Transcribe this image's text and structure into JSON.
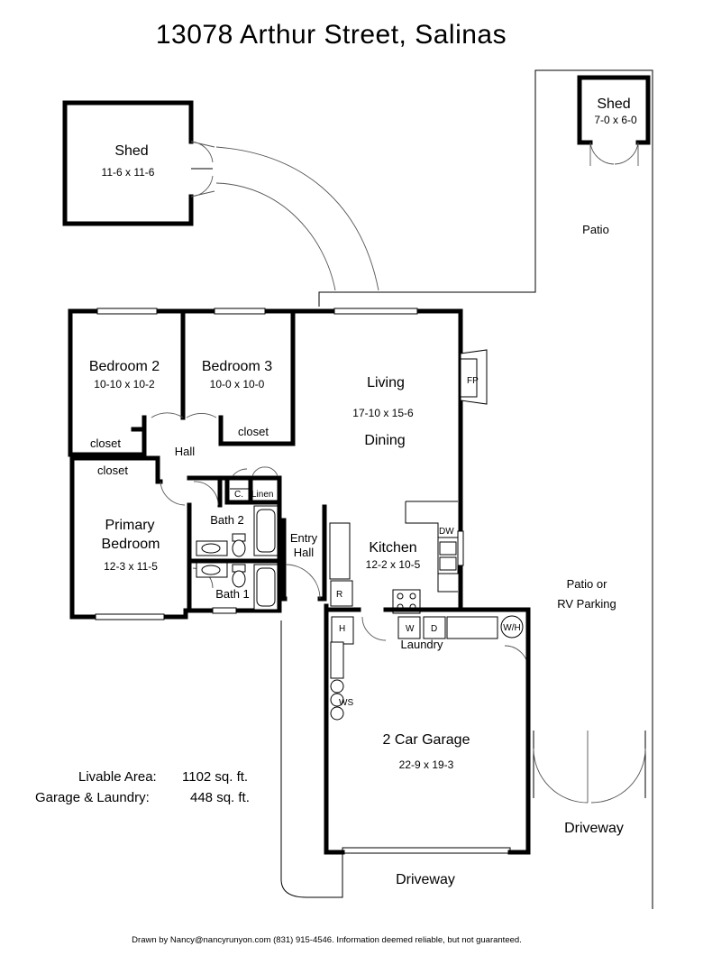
{
  "title": "13078 Arthur Street, Salinas",
  "rooms": {
    "shed_large": {
      "name": "Shed",
      "dims": "11-6 x 11-6"
    },
    "shed_small": {
      "name": "Shed",
      "dims": "7-0 x 6-0"
    },
    "patio": {
      "name": "Patio"
    },
    "bedroom2": {
      "name": "Bedroom 2",
      "dims": "10-10 x 10-2"
    },
    "bedroom3": {
      "name": "Bedroom 3",
      "dims": "10-0 x 10-0"
    },
    "living": {
      "name": "Living",
      "dims": "17-10 x 15-6"
    },
    "dining": {
      "name": "Dining"
    },
    "fireplace": {
      "label": "FP"
    },
    "closet_b3": {
      "name": "closet"
    },
    "closet_b2": {
      "name": "closet"
    },
    "closet_primary": {
      "name": "closet"
    },
    "hall": {
      "name": "Hall"
    },
    "primary": {
      "line1": "Primary",
      "line2": "Bedroom",
      "dims": "12-3 x 11-5"
    },
    "bath2": {
      "name": "Bath 2"
    },
    "bath1": {
      "name": "Bath 1"
    },
    "c_closet": {
      "name": "C."
    },
    "linen": {
      "name": "Linen"
    },
    "entry_hall": {
      "line1": "Entry",
      "line2": "Hall"
    },
    "kitchen": {
      "name": "Kitchen",
      "dims": "12-2 x 10-5"
    },
    "dw": {
      "label": "DW"
    },
    "refrigerator": {
      "label": "R"
    },
    "heater": {
      "label": "H"
    },
    "washer": {
      "label": "W"
    },
    "dryer": {
      "label": "D"
    },
    "water_heater": {
      "label": "W/H"
    },
    "laundry": {
      "name": "Laundry"
    },
    "ws": {
      "label": "WS"
    },
    "garage": {
      "name": "2 Car Garage",
      "dims": "22-9 x 19-3"
    },
    "rv": {
      "line1": "Patio or",
      "line2": "RV Parking"
    },
    "driveway_bottom": {
      "name": "Driveway"
    },
    "driveway_right": {
      "name": "Driveway"
    }
  },
  "areas": {
    "livable_label": "Livable Area:",
    "livable_value": "1102 sq. ft.",
    "garage_label": "Garage & Laundry:",
    "garage_value": "448 sq. ft."
  },
  "footer": "Drawn by Nancy@nancyrunyon.com (831) 915-4546.  Information deemed reliable, but not guaranteed."
}
